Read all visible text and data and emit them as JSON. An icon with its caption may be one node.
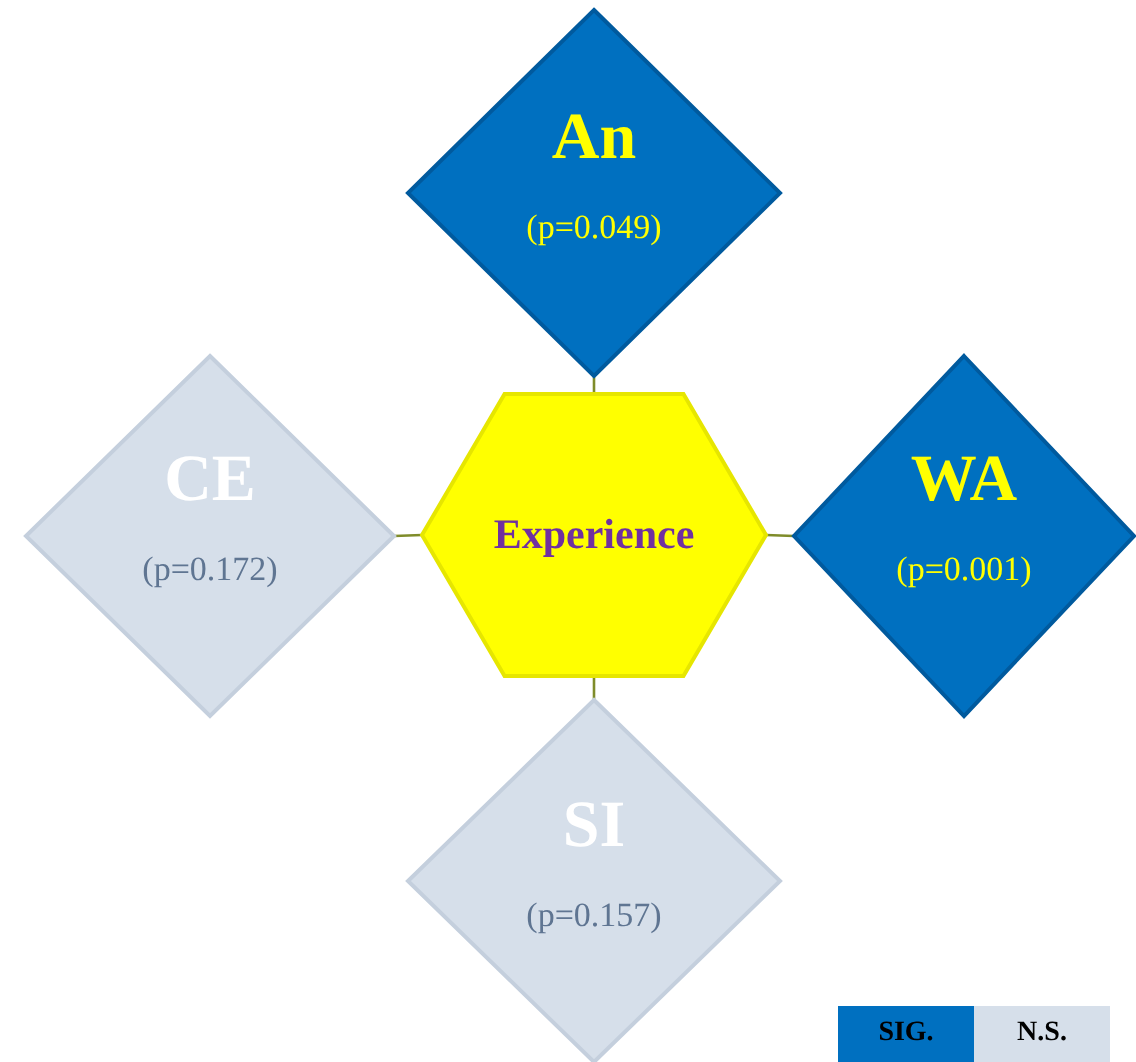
{
  "diagram": {
    "nodes": [
      {
        "text": [
          "Experience"
        ]
      },
      {
        "text": [
          "An",
          "(p=0.049)"
        ]
      },
      {
        "text": [
          "WA",
          "(p=0.001)"
        ]
      },
      {
        "text": [
          "CE",
          "(p=0.172)"
        ]
      },
      {
        "text": [
          "SI",
          "(p=0.157)"
        ]
      }
    ],
    "edges": [
      {
        "from": 0,
        "to": 1,
        "arrow": "none"
      },
      {
        "from": 0,
        "to": 2,
        "arrow": "none"
      },
      {
        "from": 0,
        "to": 3,
        "arrow": "none"
      },
      {
        "from": 0,
        "to": 4,
        "arrow": "none"
      }
    ],
    "legend": [
      {
        "text": "SIG.",
        "color": "#0070c0"
      },
      {
        "text": "N.S.",
        "color": "#d6dfea"
      }
    ]
  }
}
